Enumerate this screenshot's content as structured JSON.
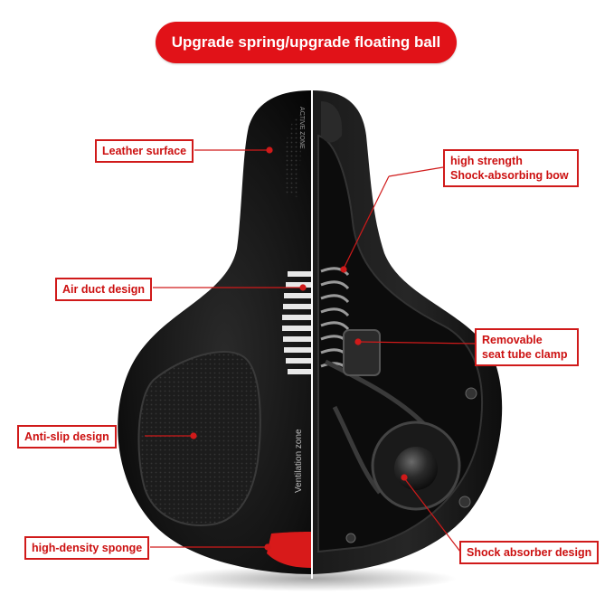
{
  "banner": {
    "text": "Upgrade spring/upgrade floating ball"
  },
  "labels": {
    "leather_surface": "Leather surface",
    "high_strength_line1": "high strength",
    "high_strength_line2": "Shock-absorbing bow",
    "air_duct": "Air duct design",
    "removable_line1": "Removable",
    "removable_line2": "seat tube clamp",
    "anti_slip": "Anti-slip design",
    "high_density": "high-density sponge",
    "shock_absorber": "Shock absorber design"
  },
  "saddle_print": {
    "ventilation": "Ventilation zone",
    "brand": "ACTIVE ZONE"
  },
  "colors": {
    "accent": "#e11218",
    "label_text": "#cc1010",
    "saddle": "#141414"
  }
}
